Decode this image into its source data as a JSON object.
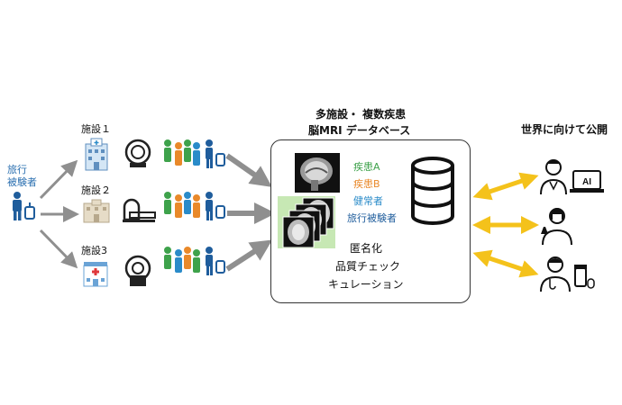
{
  "left": {
    "traveler_label_line1": "旅行",
    "traveler_label_line2": "被験者"
  },
  "facilities": [
    {
      "label": "施設１"
    },
    {
      "label": "施設２"
    },
    {
      "label": "施設3"
    }
  ],
  "center": {
    "title_line1": "多施設・ 複数疾患",
    "title_line2": "脳MRI データベース",
    "legend": [
      {
        "label": "疾患A",
        "color": "#3ea24b"
      },
      {
        "label": "疾患B",
        "color": "#e9892a"
      },
      {
        "label": "健常者",
        "color": "#2a8bc9"
      },
      {
        "label": "旅行被験者",
        "color": "#1f5d9c"
      }
    ],
    "process_line1": "匿名化",
    "process_line2": "品質チェック",
    "process_line3": "キュレーション"
  },
  "right": {
    "title": "世界に向けて公開",
    "ai_label": "AI"
  },
  "colors": {
    "green": "#3ea24b",
    "orange": "#e9892a",
    "blue": "#2a8bc9",
    "navy": "#1f5d9c",
    "arrow_gray": "#8f8f8f",
    "arrow_yellow": "#f4c21b"
  }
}
